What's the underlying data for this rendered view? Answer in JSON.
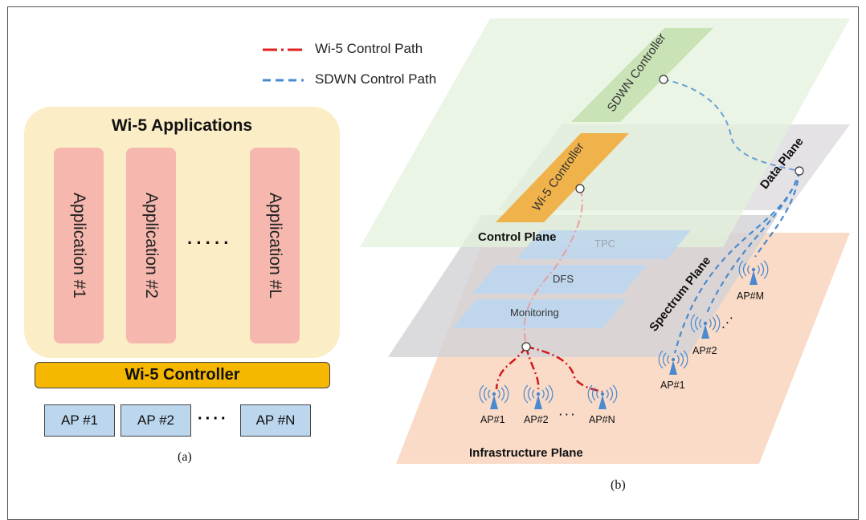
{
  "panel_a": {
    "title": "Wi-5 Applications",
    "applications": [
      "Application #1",
      "Application #2",
      "Application #L"
    ],
    "ellipsis": "·····",
    "controller": "Wi-5 Controller",
    "access_points": [
      "AP #1",
      "AP #2",
      "AP #N"
    ],
    "ap_ellipsis": "····",
    "caption": "(a)"
  },
  "panel_b": {
    "legend": [
      {
        "label": "Wi-5 Control Path",
        "color": "#e02020",
        "style": "dash-dot"
      },
      {
        "label": "SDWN Control Path",
        "color": "#4a8ad0",
        "style": "dashed"
      }
    ],
    "sdwn_controller": "SDWN Controller",
    "wi5_controller": "Wi-5 Controller",
    "control_plane": "Control Plane",
    "data_plane": "Data Plane",
    "spectrum_plane": "Spectrum Plane",
    "infrastructure_plane": "Infrastructure Plane",
    "spectrum_layers": [
      "TPC",
      "DFS",
      "Monitoring"
    ],
    "infra_aps": [
      "AP#1",
      "AP#2",
      "AP#N"
    ],
    "infra_dots": "· · ·",
    "sdwn_aps": [
      "AP#1",
      "AP#2",
      "AP#M"
    ],
    "sdwn_dots": "· · ·",
    "caption": "(b)"
  },
  "colors": {
    "apps_bg": "#fbedc6",
    "app_box": "#f6b8ae",
    "controller": "#f5b700",
    "ap_box": "#bcd6ee",
    "control_plane": "#e6f2df",
    "data_plane": "#e2dfe3",
    "spectrum_plane": "#dcdadc",
    "infrastructure_plane": "#f9d9c4",
    "ap_icon": "#4a8ad0"
  }
}
